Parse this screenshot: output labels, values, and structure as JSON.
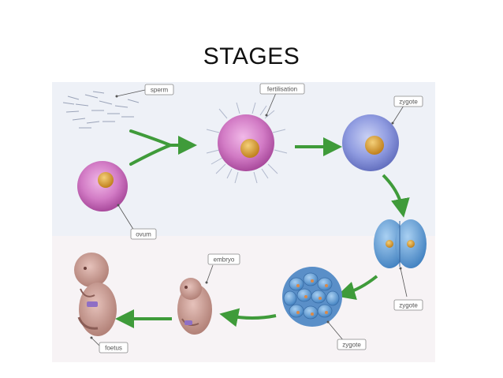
{
  "slide": {
    "title": "STAGES"
  },
  "diagram": {
    "labels": {
      "sperm": "sperm",
      "fertilisation": "fertilisation",
      "zygote_1": "zygote",
      "ovum": "ovum",
      "zygote_2": "zygote",
      "zygote_3": "zygote",
      "embryo": "embryo",
      "foetus": "foetus"
    },
    "colors": {
      "arrow": "#3f9b3a",
      "ovum": "#c05cae",
      "nucleus": "#d9962a",
      "zygote": "#7f8fd0",
      "cleavage": "#5b93c9",
      "embryo": "#b98a82"
    }
  }
}
